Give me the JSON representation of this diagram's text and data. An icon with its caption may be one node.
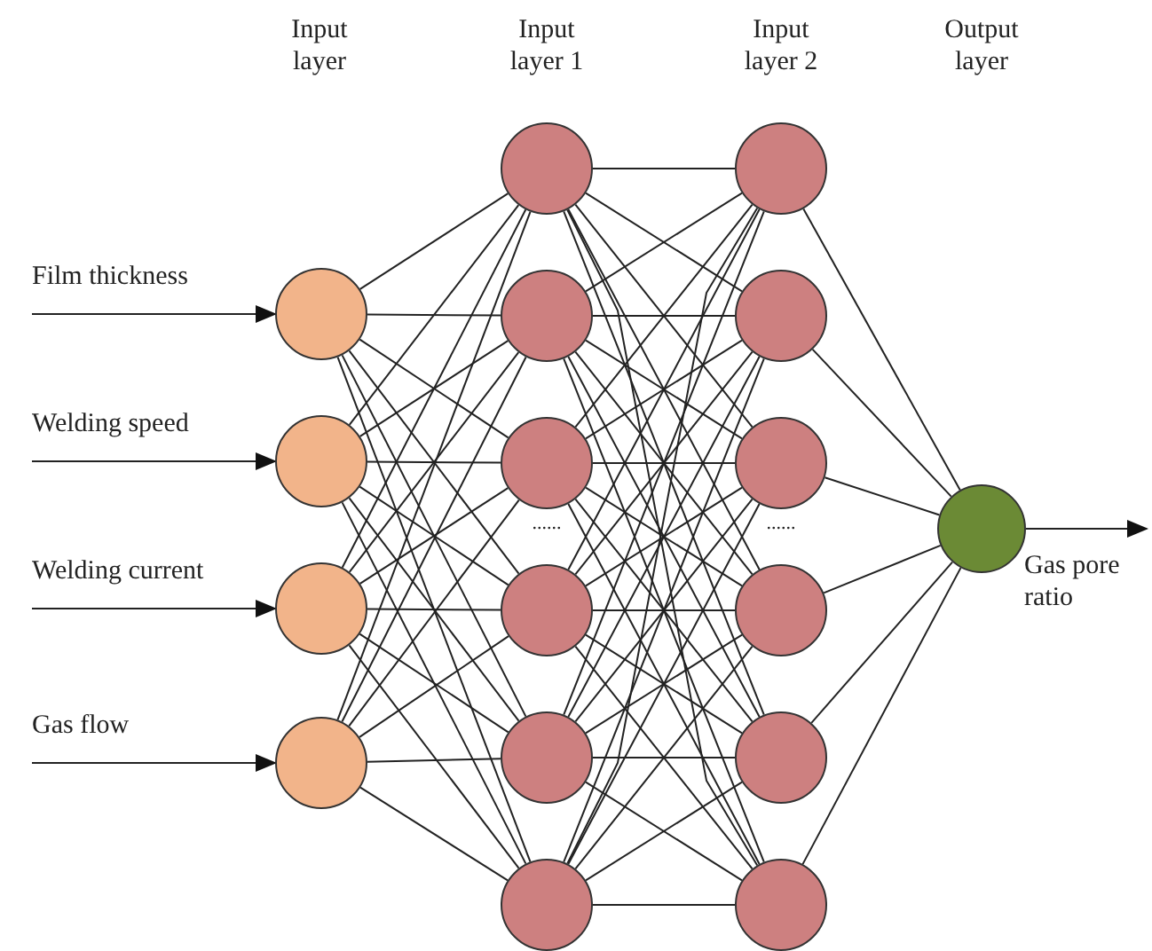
{
  "diagram": {
    "nodes": [
      {
        "text": [
          "Film thickness"
        ]
      },
      {
        "text": [
          "Welding speed"
        ]
      },
      {
        "text": [
          "Welding current"
        ]
      },
      {
        "text": [
          "Gas flow"
        ]
      },
      {
        "text": [],
        "shape": "circle"
      },
      {
        "text": [],
        "shape": "circle"
      },
      {
        "text": [],
        "shape": "circle"
      },
      {
        "text": [],
        "shape": "circle"
      },
      {
        "text": [],
        "shape": "circle"
      },
      {
        "text": [],
        "shape": "circle"
      },
      {
        "text": [],
        "shape": "circle"
      },
      {
        "text": [],
        "shape": "circle"
      },
      {
        "text": [],
        "shape": "circle"
      },
      {
        "text": [],
        "shape": "circle"
      },
      {
        "text": [],
        "shape": "circle"
      },
      {
        "text": [],
        "shape": "circle"
      },
      {
        "text": [],
        "shape": "circle"
      },
      {
        "text": [],
        "shape": "circle"
      },
      {
        "text": [],
        "shape": "circle"
      },
      {
        "text": [],
        "shape": "circle"
      },
      {
        "text": [],
        "shape": "circle"
      }
    ],
    "edges": [
      {
        "from": 0,
        "to": 4,
        "arrow": "to"
      },
      {
        "from": 1,
        "to": 5,
        "arrow": "to"
      },
      {
        "from": 2,
        "to": 6,
        "arrow": "to"
      },
      {
        "from": 3,
        "to": 7,
        "arrow": "to"
      },
      {
        "from": 4,
        "to": 8,
        "arrow": "none"
      },
      {
        "from": 4,
        "to": 9,
        "arrow": "none"
      },
      {
        "from": 4,
        "to": 10,
        "arrow": "none"
      },
      {
        "from": 4,
        "to": 11,
        "arrow": "none"
      },
      {
        "from": 4,
        "to": 12,
        "arrow": "none"
      },
      {
        "from": 4,
        "to": 13,
        "arrow": "none"
      },
      {
        "from": 5,
        "to": 8,
        "arrow": "none"
      },
      {
        "from": 5,
        "to": 9,
        "arrow": "none"
      },
      {
        "from": 5,
        "to": 10,
        "arrow": "none"
      },
      {
        "from": 5,
        "to": 11,
        "arrow": "none"
      },
      {
        "from": 5,
        "to": 12,
        "arrow": "none"
      },
      {
        "from": 5,
        "to": 13,
        "arrow": "none"
      },
      {
        "from": 6,
        "to": 8,
        "arrow": "none"
      },
      {
        "from": 6,
        "to": 9,
        "arrow": "none"
      },
      {
        "from": 6,
        "to": 10,
        "arrow": "none"
      },
      {
        "from": 6,
        "to": 11,
        "arrow": "none"
      },
      {
        "from": 6,
        "to": 12,
        "arrow": "none"
      },
      {
        "from": 6,
        "to": 13,
        "arrow": "none"
      },
      {
        "from": 7,
        "to": 8,
        "arrow": "none"
      },
      {
        "from": 7,
        "to": 9,
        "arrow": "none"
      },
      {
        "from": 7,
        "to": 10,
        "arrow": "none"
      },
      {
        "from": 7,
        "to": 11,
        "arrow": "none"
      },
      {
        "from": 7,
        "to": 12,
        "arrow": "none"
      },
      {
        "from": 7,
        "to": 13,
        "arrow": "none"
      },
      {
        "from": 8,
        "to": 14,
        "arrow": "none"
      },
      {
        "from": 8,
        "to": 15,
        "arrow": "none"
      },
      {
        "from": 8,
        "to": 16,
        "arrow": "none"
      },
      {
        "from": 8,
        "to": 17,
        "arrow": "none"
      },
      {
        "from": 8,
        "to": 18,
        "arrow": "none"
      },
      {
        "from": 8,
        "to": 19,
        "arrow": "none"
      },
      {
        "from": 9,
        "to": 14,
        "arrow": "none"
      },
      {
        "from": 9,
        "to": 15,
        "arrow": "none"
      },
      {
        "from": 9,
        "to": 16,
        "arrow": "none"
      },
      {
        "from": 9,
        "to": 17,
        "arrow": "none"
      },
      {
        "from": 9,
        "to": 18,
        "arrow": "none"
      },
      {
        "from": 9,
        "to": 19,
        "arrow": "none"
      },
      {
        "from": 10,
        "to": 14,
        "arrow": "none"
      },
      {
        "from": 10,
        "to": 15,
        "arrow": "none"
      },
      {
        "from": 10,
        "to": 16,
        "arrow": "none"
      },
      {
        "from": 10,
        "to": 17,
        "arrow": "none"
      },
      {
        "from": 10,
        "to": 18,
        "arrow": "none"
      },
      {
        "from": 10,
        "to": 19,
        "arrow": "none"
      },
      {
        "from": 11,
        "to": 14,
        "arrow": "none"
      },
      {
        "from": 11,
        "to": 15,
        "arrow": "none"
      },
      {
        "from": 11,
        "to": 16,
        "arrow": "none"
      },
      {
        "from": 11,
        "to": 17,
        "arrow": "none"
      },
      {
        "from": 11,
        "to": 18,
        "arrow": "none"
      },
      {
        "from": 11,
        "to": 19,
        "arrow": "none"
      },
      {
        "from": 12,
        "to": 14,
        "arrow": "none"
      },
      {
        "from": 12,
        "to": 15,
        "arrow": "none"
      },
      {
        "from": 12,
        "to": 16,
        "arrow": "none"
      },
      {
        "from": 12,
        "to": 17,
        "arrow": "none"
      },
      {
        "from": 12,
        "to": 18,
        "arrow": "none"
      },
      {
        "from": 12,
        "to": 19,
        "arrow": "none"
      },
      {
        "from": 13,
        "to": 14,
        "arrow": "none"
      },
      {
        "from": 13,
        "to": 15,
        "arrow": "none"
      },
      {
        "from": 13,
        "to": 16,
        "arrow": "none"
      },
      {
        "from": 13,
        "to": 17,
        "arrow": "none"
      },
      {
        "from": 13,
        "to": 18,
        "arrow": "none"
      },
      {
        "from": 13,
        "to": 19,
        "arrow": "none"
      },
      {
        "from": 14,
        "to": 20,
        "arrow": "none"
      },
      {
        "from": 15,
        "to": 20,
        "arrow": "none"
      },
      {
        "from": 16,
        "to": 20,
        "arrow": "none"
      },
      {
        "from": 17,
        "to": 20,
        "arrow": "none"
      },
      {
        "from": 18,
        "to": 20,
        "arrow": "none"
      },
      {
        "from": 19,
        "to": 20,
        "arrow": "none"
      },
      {
        "from": 20,
        "to": null,
        "arrow": "to"
      }
    ],
    "labels": [
      "Input layer",
      "Input layer 1",
      "Input layer 2",
      "Output layer",
      "......",
      "......",
      "Gas pore ratio"
    ]
  }
}
